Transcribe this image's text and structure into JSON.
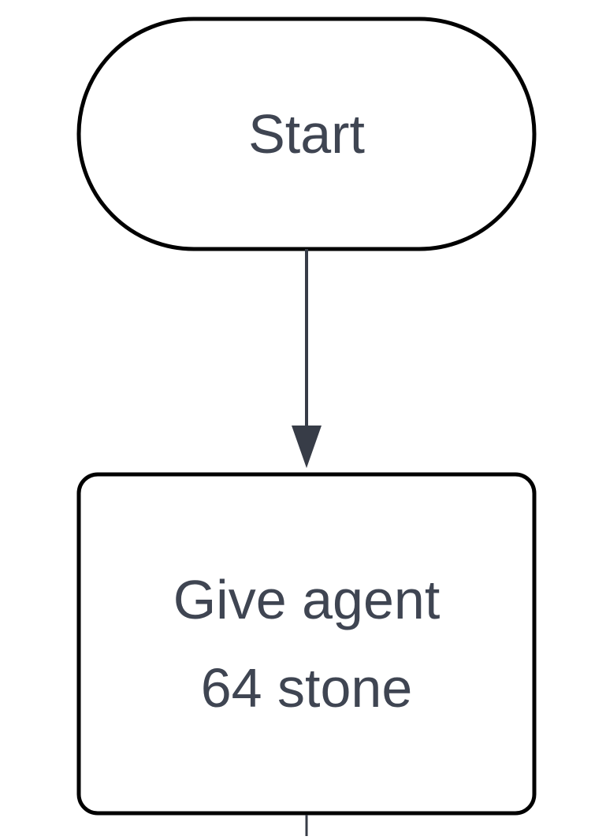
{
  "diagram": {
    "nodes": [
      {
        "id": "start",
        "shape": "terminal",
        "label": "Start"
      },
      {
        "id": "give-stone",
        "shape": "process",
        "label_lines": [
          "Give agent",
          "64 stone"
        ]
      }
    ],
    "edges": [
      {
        "from": "start",
        "to": "give-stone"
      }
    ],
    "colors": {
      "stroke": "#000000",
      "text": "#3f4552",
      "arrow": "#373c47",
      "background": "#ffffff"
    }
  }
}
